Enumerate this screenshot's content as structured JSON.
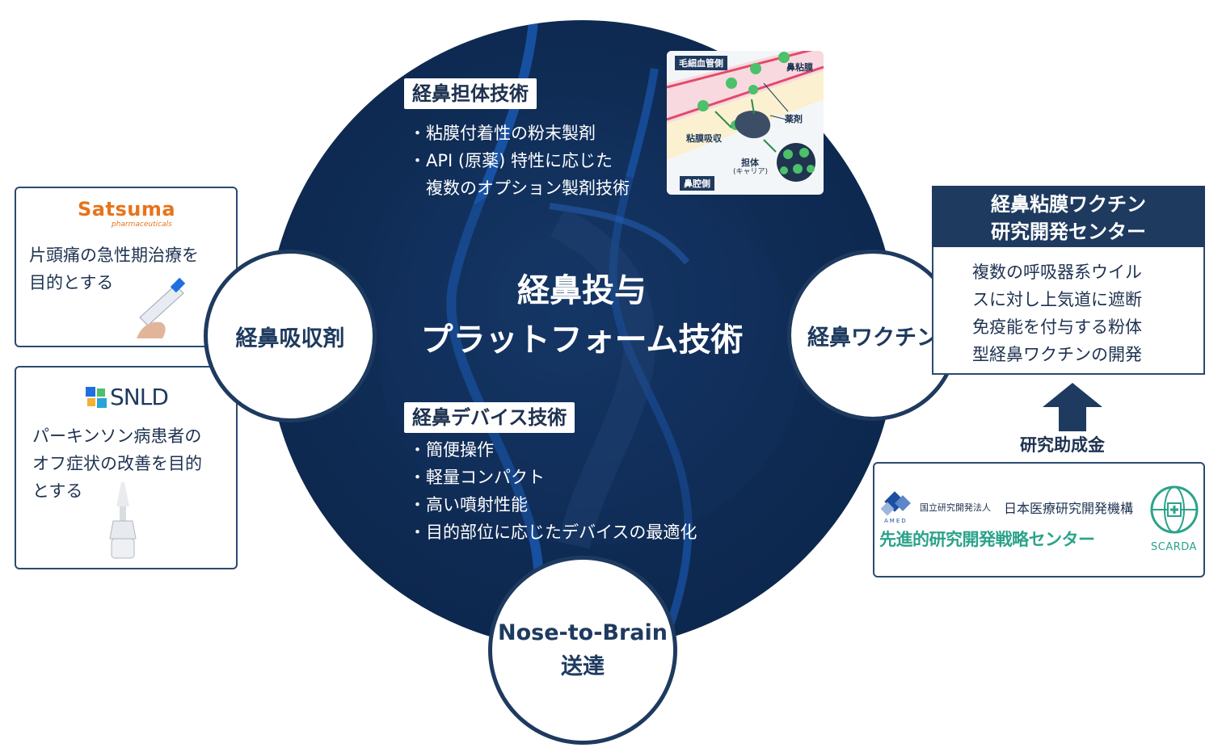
{
  "center": {
    "title_line1": "経鼻投与",
    "title_line2": "プラットフォーム技術"
  },
  "carrier_tech": {
    "label": "経鼻担体技術",
    "bullets": [
      "粘膜付着性の粉末製剤",
      "API (原薬) 特性に応じた",
      "複数のオプション製剤技術"
    ]
  },
  "device_tech": {
    "label": "経鼻デバイス技術",
    "bullets": [
      "簡便操作",
      "軽量コンパクト",
      "高い噴射性能",
      "目的部位に応じたデバイスの最適化"
    ]
  },
  "inset": {
    "capillary_side": "毛細血管側",
    "nasal_mucosa": "鼻粘膜",
    "drug": "薬剤",
    "mucosal_absorption": "粘膜吸収",
    "carrier": "担体",
    "carrier_sub": "(キャリア)",
    "nasal_cavity_side": "鼻腔側"
  },
  "bubbles": {
    "absorbent": "経鼻吸収剤",
    "vaccine": "経鼻ワクチン",
    "n2b_line1": "Nose-to-Brain",
    "n2b_line2": "送達"
  },
  "satsuma": {
    "logo_main": "Satsuma",
    "logo_sub": "pharmaceuticals",
    "text_line1": "片頭痛の急性期治療を",
    "text_line2": "目的とする"
  },
  "snld": {
    "logo": "SNLD",
    "text_line1": "パーキンソン病患者の",
    "text_line2": "オフ症状の改善を目的",
    "text_line3": "とする"
  },
  "vaccine_center": {
    "title_line1": "経鼻粘膜ワクチン",
    "title_line2": "研究開発センター",
    "text_lines": [
      "複数の呼吸器系ウイル",
      "スに対し上気道に遮断",
      "免疫能を付与する粉体",
      "型経鼻ワクチンの開発"
    ]
  },
  "grant": {
    "label": "研究助成金"
  },
  "amed": {
    "small": "国立研究開発法人",
    "org": "日本医療研究開発機構",
    "amed_mark": "AMED",
    "center": "先進的研究開発戦略センター",
    "scarda": "SCARDA"
  },
  "colors": {
    "navy": "#1e3a5f",
    "circle_bg": "#0f2c55",
    "accent_blue": "#1f6fe0",
    "green": "#4cc06a",
    "satsuma_orange": "#e8731c",
    "amed_blue": "#1d4fa0",
    "scarda_green": "#2aa389"
  }
}
